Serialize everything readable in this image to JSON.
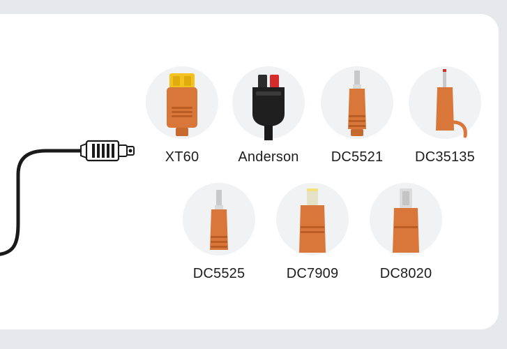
{
  "connectors": [
    {
      "id": "xt60",
      "label": "XT60",
      "icon": "xt60-plug-icon"
    },
    {
      "id": "anderson",
      "label": "Anderson",
      "icon": "anderson-plug-icon"
    },
    {
      "id": "dc5521",
      "label": "DC5521",
      "icon": "dc5521-plug-icon"
    },
    {
      "id": "dc35135",
      "label": "DC35135",
      "icon": "dc35135-plug-icon"
    },
    {
      "id": "dc5525",
      "label": "DC5525",
      "icon": "dc5525-plug-icon"
    },
    {
      "id": "dc7909",
      "label": "DC7909",
      "icon": "dc7909-plug-icon"
    },
    {
      "id": "dc8020",
      "label": "DC8020",
      "icon": "dc8020-plug-icon"
    }
  ],
  "colors": {
    "background": "#e6e8ec",
    "card": "#ffffff",
    "plug_orange": "#d9773a",
    "plug_orange_dark": "#b95d25",
    "xt60_yellow": "#f4c21e",
    "anderson_red": "#d62b2b",
    "cable_black": "#1a1a1a"
  }
}
